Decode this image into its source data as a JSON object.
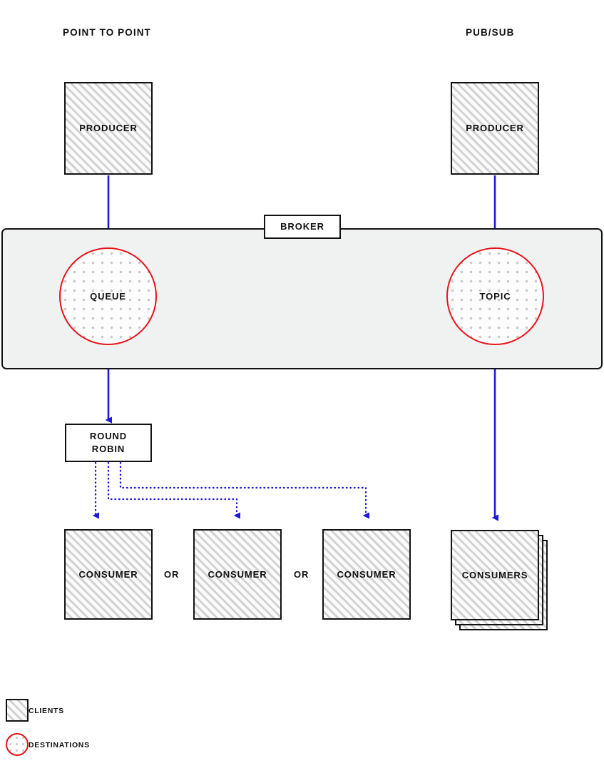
{
  "diagram": {
    "title_left": "POINT TO POINT",
    "title_right": "PUB/SUB",
    "broker_label": "BROKER",
    "colors": {
      "arrow_blue": "#1f19d8",
      "destination_red": "#e8131a",
      "outline_black": "#121212",
      "broker_fill": "#f0f2f2",
      "hatch_gray": "#d2d2d2",
      "dot_gray": "#c9c9c9",
      "background": "#ffffff"
    }
  },
  "point_to_point": {
    "producer_label": "PRODUCER",
    "queue_label": "QUEUE",
    "dispatch_label": "ROUND\nROBIN",
    "consumer_1_label": "CONSUMER",
    "consumer_2_label": "CONSUMER",
    "consumer_3_label": "CONSUMER",
    "or_label_1": "OR",
    "or_label_2": "OR"
  },
  "pub_sub": {
    "producer_label": "PRODUCER",
    "topic_label": "TOPIC",
    "consumers_label": "CONSUMERS"
  },
  "legend": {
    "items": [
      {
        "label": "CLIENTS",
        "swatch": "hatched-square-icon"
      },
      {
        "label": "DESTINATIONS",
        "swatch": "dotted-circle-icon"
      }
    ]
  }
}
